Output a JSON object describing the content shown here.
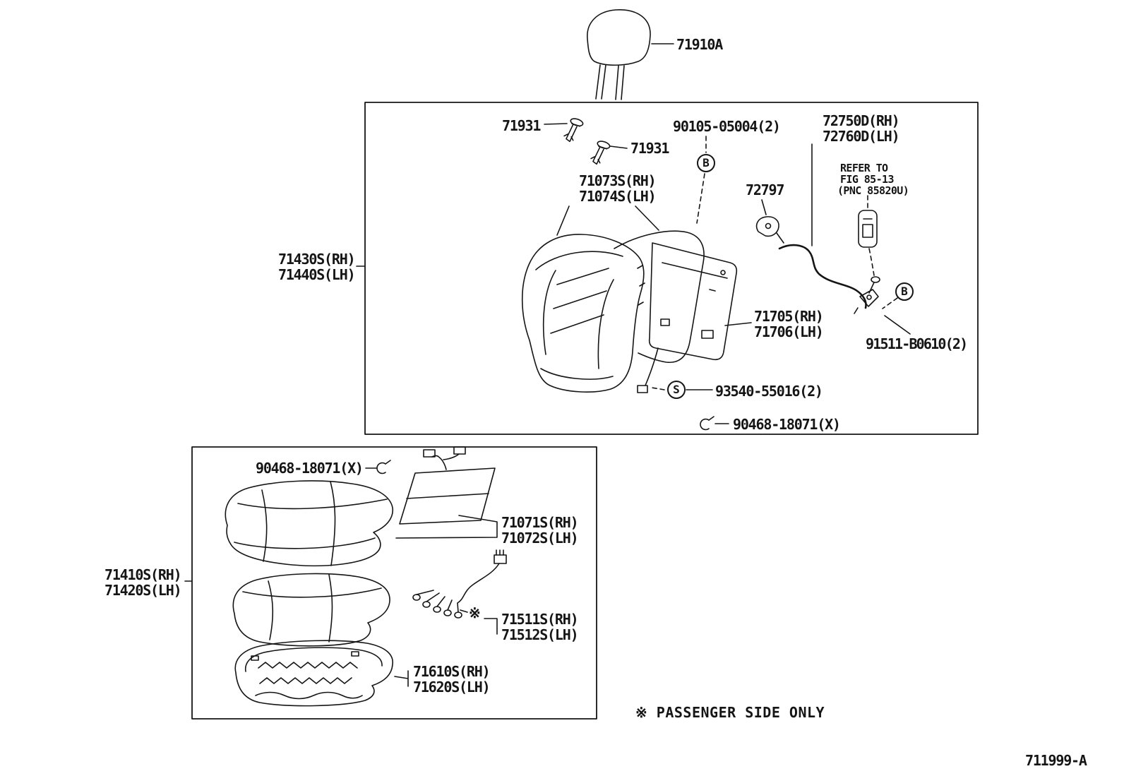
{
  "parts": {
    "headrest": "71910A",
    "clip_left": "71931",
    "clip_right": "71931",
    "screw_b": "90105-05004(2)",
    "recliner_rh": "72750D(RH)",
    "recliner_lh": "72760D(LH)",
    "refer_line1": "REFER TO",
    "refer_line2": "FIG 85-13",
    "refer_line3": "(PNC 85820U)",
    "back_cover_rh": "71073S(RH)",
    "back_cover_lh": "71074S(LH)",
    "hinge_bracket": "72797",
    "back_assy_rh": "71430S(RH)",
    "back_assy_lh": "71440S(LH)",
    "back_board_rh": "71705(RH)",
    "back_board_lh": "71706(LH)",
    "screw_small": "91511-B0610(2)",
    "connector": "93540-55016(2)",
    "hog_ring_upper": "90468-18071(X)",
    "hog_ring_lower": "90468-18071(X)",
    "cushion_cover_rh": "71071S(RH)",
    "cushion_cover_lh": "71072S(LH)",
    "cushion_assy_rh": "71410S(RH)",
    "cushion_assy_lh": "71420S(LH)",
    "wire_rh": "71511S(RH)",
    "wire_lh": "71512S(LH)",
    "spring_rh": "71610S(RH)",
    "spring_lh": "71620S(LH)"
  },
  "symbols": {
    "b": "B",
    "s": "S",
    "asterisk": "※"
  },
  "note": {
    "passenger": "※ PASSENGER SIDE ONLY"
  },
  "footer": {
    "code": "711999-A"
  }
}
